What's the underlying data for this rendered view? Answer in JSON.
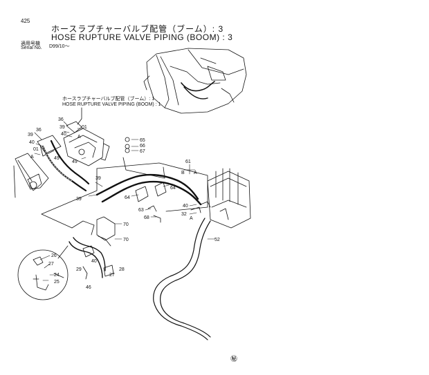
{
  "page_number": "425",
  "title_jp": "ホースラプチャーバルブ配管（ブーム）: 3",
  "title_en": "HOSE RUPTURE VALVE PIPING (BOOM) : 3",
  "serial_label_jp": "適用号機",
  "serial_label_en": "Serial No.",
  "serial_value": "D99/10〜",
  "ref_note_jp": "ホースラプチャーバルブ配管（ブーム）: 1",
  "ref_note_en": "HOSE RUPTURE VALVE PIPING (BOOM) : 1",
  "corner_mark": "㊙",
  "callouts": {
    "c36": "36",
    "c39a": "39",
    "c39b": "39",
    "c40a": "40",
    "c01a": "01",
    "cAa": "A",
    "c36b": "36",
    "c39c": "39",
    "c40b": "40",
    "c01b": "01",
    "cAb": "A",
    "c49a": "49",
    "c49b": "49",
    "c65": "65",
    "c66": "66",
    "c67": "67",
    "c39d": "39",
    "c39e": "39",
    "c64": "64",
    "c64b": "64",
    "c63": "63",
    "c68": "68",
    "c70a": "70",
    "c70b": "70",
    "c61": "61",
    "cB": "B",
    "cAc": "A",
    "c40c": "40",
    "c32": "32",
    "cAd": "A",
    "c52": "52",
    "c26a": "26",
    "c27a": "27",
    "c24": "24",
    "c25": "25",
    "c29": "29",
    "c40d": "40",
    "c27b": "27",
    "c28": "28",
    "c46": "46"
  }
}
